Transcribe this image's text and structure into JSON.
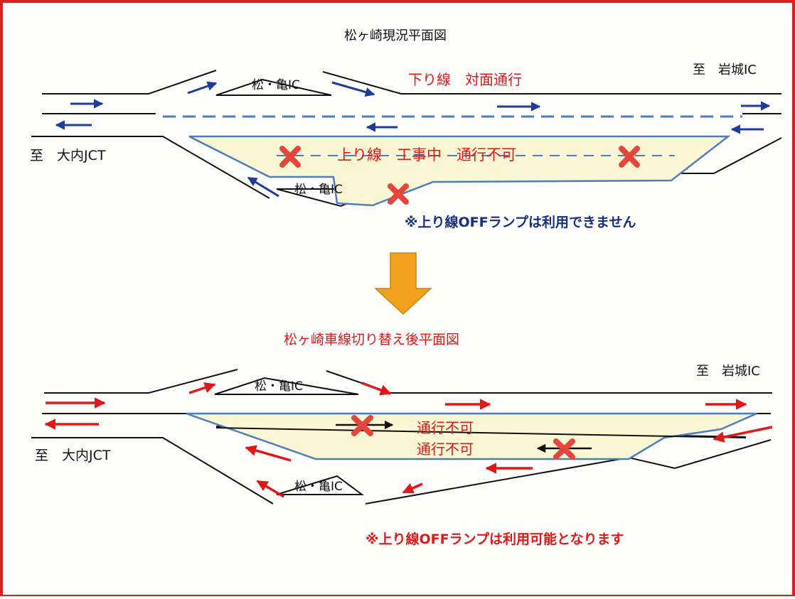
{
  "top": {
    "title": "松ヶ崎現況平面図",
    "to_east": "至　岩城IC",
    "to_west": "至　大内JCT",
    "outbound_label": "下り線　対面通行",
    "construction_label": "上り線　工事中　通行不可",
    "interchange_upper": "松・亀IC",
    "interchange_lower": "松・亀IC",
    "notice": "※上り線OFFランプは利用できません"
  },
  "bottom": {
    "title": "松ヶ崎車線切り替え後平面図",
    "to_east": "至　岩城IC",
    "to_west": "至　大内JCT",
    "closed_1": "通行不可",
    "closed_2": "通行不可",
    "interchange_upper": "松・亀IC",
    "interchange_lower": "松・亀IC",
    "notice": "※上り線OFFランプは利用可能となります"
  },
  "colors": {
    "frame": "#e02020",
    "road_line": "#111111",
    "arrow_blue": "#1e3c9c",
    "arrow_red": "#e01818",
    "closed_fill": "#fbf6d4",
    "closed_outline": "#4a7ec0",
    "x_mark": "#e5453a",
    "transition_arrow": "#f2a11e",
    "notice_navy": "#17307e"
  },
  "icons": {
    "closure": "x-mark-icon",
    "transition": "down-arrow-icon"
  }
}
